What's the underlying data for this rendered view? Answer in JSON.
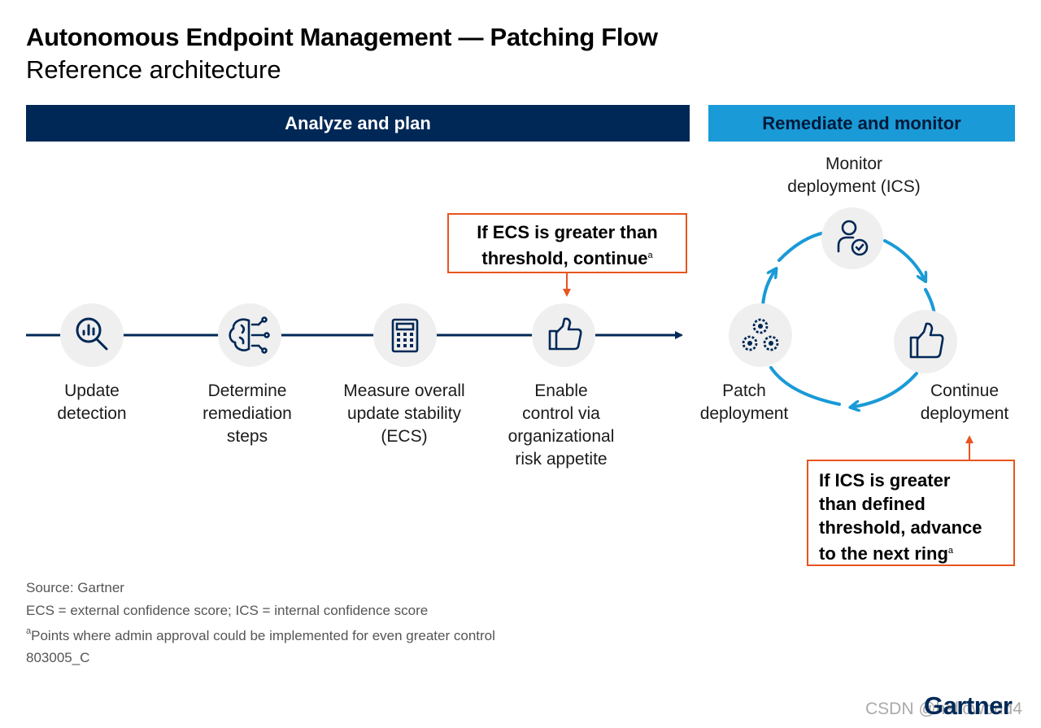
{
  "header": {
    "title": "Autonomous Endpoint Management — Patching Flow",
    "subtitle": "Reference architecture"
  },
  "bands": {
    "analyze": "Analyze and plan",
    "remediate": "Remediate and monitor"
  },
  "steps": [
    {
      "icon": "magnifier-chart-icon",
      "line1": "Update",
      "line2": "detection",
      "line3": "",
      "line4": ""
    },
    {
      "icon": "brain-circuit-icon",
      "line1": "Determine",
      "line2": "remediation",
      "line3": "steps",
      "line4": ""
    },
    {
      "icon": "calculator-icon",
      "line1": "Measure overall",
      "line2": "update stability",
      "line3": "(ECS)",
      "line4": ""
    },
    {
      "icon": "thumbs-up-icon",
      "line1": "Enable",
      "line2": "control via",
      "line3": "organizational",
      "line4": "risk appetite"
    }
  ],
  "cycle": {
    "monitor": {
      "icon": "user-check-icon",
      "line1": "Monitor",
      "line2": "deployment (ICS)"
    },
    "patch": {
      "icon": "gears-icon",
      "line1": "Patch",
      "line2": "deployment"
    },
    "continue": {
      "icon": "thumbs-up-icon",
      "line1": "Continue",
      "line2": "deployment"
    }
  },
  "callouts": {
    "ecs": {
      "line1": "If ECS is greater than",
      "line2": "threshold, continue",
      "marker": "a"
    },
    "ics": {
      "line1": "If ICS is greater",
      "line2": "than defined",
      "line3": "threshold, advance",
      "line4": "to the next ring",
      "marker": "a"
    }
  },
  "footer": {
    "source": "Source: Gartner",
    "abbreviations": "ECS = external confidence score; ICS = internal confidence score",
    "note_marker": "a",
    "note": "Points where admin approval could be implemented for even greater control",
    "doc_id": "803005_C"
  },
  "brand": {
    "logo": "Gartner",
    "watermark": "CSDN @helloworld4"
  },
  "colors": {
    "navy": "#002856",
    "blue": "#1a9ad6",
    "orange": "#e8541e",
    "circle": "#efefef"
  }
}
